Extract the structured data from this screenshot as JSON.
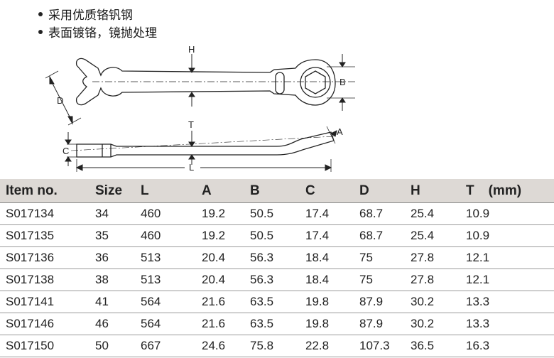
{
  "features": [
    "采用优质铬钒钢",
    "表面镀铬，镜抛处理"
  ],
  "diagram_labels": {
    "h": "H",
    "b": "B",
    "d": "D",
    "t": "T",
    "c": "C",
    "a": "A",
    "l": "L"
  },
  "table": {
    "headers": [
      "Item no.",
      "Size",
      "L",
      "A",
      "B",
      "C",
      "D",
      "H",
      "T"
    ],
    "unit": "(mm)",
    "rows": [
      [
        "S017134",
        "34",
        "460",
        "19.2",
        "50.5",
        "17.4",
        "68.7",
        "25.4",
        "10.9"
      ],
      [
        "S017135",
        "35",
        "460",
        "19.2",
        "50.5",
        "17.4",
        "68.7",
        "25.4",
        "10.9"
      ],
      [
        "S017136",
        "36",
        "513",
        "20.4",
        "56.3",
        "18.4",
        "75",
        "27.8",
        "12.1"
      ],
      [
        "S017138",
        "38",
        "513",
        "20.4",
        "56.3",
        "18.4",
        "75",
        "27.8",
        "12.1"
      ],
      [
        "S017141",
        "41",
        "564",
        "21.6",
        "63.5",
        "19.8",
        "87.9",
        "30.2",
        "13.3"
      ],
      [
        "S017146",
        "46",
        "564",
        "21.6",
        "63.5",
        "19.8",
        "87.9",
        "30.2",
        "13.3"
      ],
      [
        "S017150",
        "50",
        "667",
        "24.6",
        "75.8",
        "22.8",
        "107.3",
        "36.5",
        "16.3"
      ]
    ]
  }
}
